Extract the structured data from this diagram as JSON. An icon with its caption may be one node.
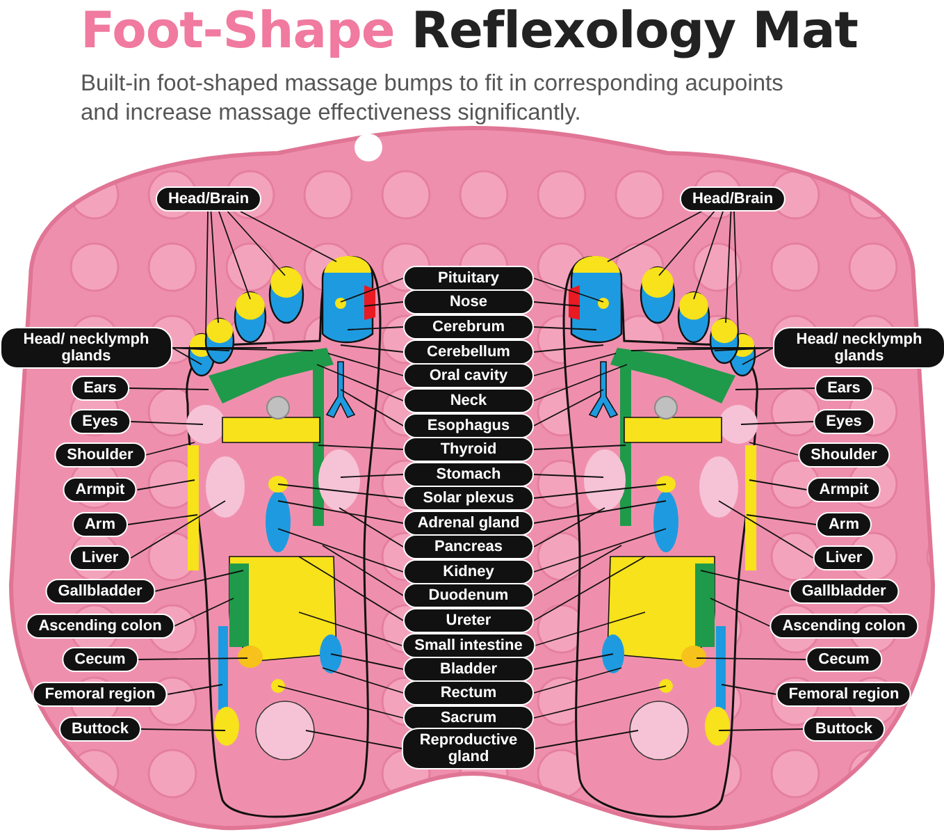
{
  "diagram": {
    "title": "Foot-Shape Reflexology Mat",
    "nodes": [
      {
        "text": [
          "Head/Brain"
        ]
      },
      {
        "text": [
          "Head/Brain"
        ]
      },
      {
        "text": [
          "Pituitary"
        ]
      },
      {
        "text": [
          "Nose"
        ]
      },
      {
        "text": [
          "Cerebrum"
        ]
      },
      {
        "text": [
          "Cerebellum"
        ]
      },
      {
        "text": [
          "Oral cavity"
        ]
      },
      {
        "text": [
          "Neck"
        ]
      },
      {
        "text": [
          "Esophagus"
        ]
      },
      {
        "text": [
          "Thyroid"
        ]
      },
      {
        "text": [
          "Stomach"
        ]
      },
      {
        "text": [
          "Solar plexus"
        ]
      },
      {
        "text": [
          "Adrenal gland"
        ]
      },
      {
        "text": [
          "Pancreas"
        ]
      },
      {
        "text": [
          "Kidney"
        ]
      },
      {
        "text": [
          "Duodenum"
        ]
      },
      {
        "text": [
          "Ureter"
        ]
      },
      {
        "text": [
          "Small intestine"
        ]
      },
      {
        "text": [
          "Bladder"
        ]
      },
      {
        "text": [
          "Rectum"
        ]
      },
      {
        "text": [
          "Sacrum"
        ]
      },
      {
        "text": [
          "Reproductive gland"
        ]
      },
      {
        "text": [
          "Head/ necklymph glands"
        ]
      },
      {
        "text": [
          "Ears"
        ]
      },
      {
        "text": [
          "Eyes"
        ]
      },
      {
        "text": [
          "Shoulder"
        ]
      },
      {
        "text": [
          "Armpit"
        ]
      },
      {
        "text": [
          "Arm"
        ]
      },
      {
        "text": [
          "Liver"
        ]
      },
      {
        "text": [
          "Gallbladder"
        ]
      },
      {
        "text": [
          "Ascending colon"
        ]
      },
      {
        "text": [
          "Cecum"
        ]
      },
      {
        "text": [
          "Femoral region"
        ]
      },
      {
        "text": [
          "Buttock"
        ]
      },
      {
        "text": [
          "Head/ necklymph glands"
        ]
      },
      {
        "text": [
          "Ears"
        ]
      },
      {
        "text": [
          "Eyes"
        ]
      },
      {
        "text": [
          "Shoulder"
        ]
      },
      {
        "text": [
          "Armpit"
        ]
      },
      {
        "text": [
          "Arm"
        ]
      },
      {
        "text": [
          "Liver"
        ]
      },
      {
        "text": [
          "Gallbladder"
        ]
      },
      {
        "text": [
          "Ascending colon"
        ]
      },
      {
        "text": [
          "Cecum"
        ]
      },
      {
        "text": [
          "Femoral region"
        ]
      },
      {
        "text": [
          "Buttock"
        ]
      }
    ],
    "edges": [
      {
        "from": 0,
        "to": null,
        "arrow": "none"
      },
      {
        "from": 0,
        "to": null,
        "arrow": "none"
      },
      {
        "from": 0,
        "to": null,
        "arrow": "none"
      },
      {
        "from": 0,
        "to": null,
        "arrow": "none"
      },
      {
        "from": 0,
        "to": null,
        "arrow": "none"
      },
      {
        "from": 1,
        "to": null,
        "arrow": "none"
      },
      {
        "from": 1,
        "to": null,
        "arrow": "none"
      },
      {
        "from": 1,
        "to": null,
        "arrow": "none"
      },
      {
        "from": 1,
        "to": null,
        "arrow": "none"
      },
      {
        "from": 1,
        "to": null,
        "arrow": "none"
      },
      {
        "from": 2,
        "to": null,
        "arrow": "none"
      },
      {
        "from": 2,
        "to": null,
        "arrow": "none"
      },
      {
        "from": 3,
        "to": null,
        "arrow": "none"
      },
      {
        "from": 3,
        "to": null,
        "arrow": "none"
      },
      {
        "from": 4,
        "to": null,
        "arrow": "none"
      },
      {
        "from": 4,
        "to": null,
        "arrow": "none"
      },
      {
        "from": 5,
        "to": null,
        "arrow": "none"
      },
      {
        "from": 5,
        "to": null,
        "arrow": "none"
      },
      {
        "from": 6,
        "to": null,
        "arrow": "none"
      },
      {
        "from": 6,
        "to": null,
        "arrow": "none"
      },
      {
        "from": 7,
        "to": null,
        "arrow": "none"
      },
      {
        "from": 7,
        "to": null,
        "arrow": "none"
      },
      {
        "from": 8,
        "to": null,
        "arrow": "none"
      },
      {
        "from": 8,
        "to": null,
        "arrow": "none"
      },
      {
        "from": 9,
        "to": null,
        "arrow": "none"
      },
      {
        "from": 9,
        "to": null,
        "arrow": "none"
      },
      {
        "from": 10,
        "to": null,
        "arrow": "none"
      },
      {
        "from": 10,
        "to": null,
        "arrow": "none"
      },
      {
        "from": 11,
        "to": null,
        "arrow": "none"
      },
      {
        "from": 11,
        "to": null,
        "arrow": "none"
      },
      {
        "from": 12,
        "to": null,
        "arrow": "none"
      },
      {
        "from": 12,
        "to": null,
        "arrow": "none"
      },
      {
        "from": 13,
        "to": null,
        "arrow": "none"
      },
      {
        "from": 13,
        "to": null,
        "arrow": "none"
      },
      {
        "from": 14,
        "to": null,
        "arrow": "none"
      },
      {
        "from": 14,
        "to": null,
        "arrow": "none"
      },
      {
        "from": 15,
        "to": null,
        "arrow": "none"
      },
      {
        "from": 15,
        "to": null,
        "arrow": "none"
      },
      {
        "from": 16,
        "to": null,
        "arrow": "none"
      },
      {
        "from": 16,
        "to": null,
        "arrow": "none"
      },
      {
        "from": 17,
        "to": null,
        "arrow": "none"
      },
      {
        "from": 17,
        "to": null,
        "arrow": "none"
      },
      {
        "from": 18,
        "to": null,
        "arrow": "none"
      },
      {
        "from": 18,
        "to": null,
        "arrow": "none"
      },
      {
        "from": 19,
        "to": null,
        "arrow": "none"
      },
      {
        "from": 19,
        "to": null,
        "arrow": "none"
      },
      {
        "from": 20,
        "to": null,
        "arrow": "none"
      },
      {
        "from": 20,
        "to": null,
        "arrow": "none"
      },
      {
        "from": 21,
        "to": null,
        "arrow": "none"
      },
      {
        "from": 21,
        "to": null,
        "arrow": "none"
      },
      {
        "from": 22,
        "to": null,
        "arrow": "none"
      },
      {
        "from": 22,
        "to": null,
        "arrow": "none"
      },
      {
        "from": 22,
        "to": null,
        "arrow": "none"
      },
      {
        "from": 22,
        "to": null,
        "arrow": "none"
      },
      {
        "from": 23,
        "to": null,
        "arrow": "none"
      },
      {
        "from": 24,
        "to": null,
        "arrow": "none"
      },
      {
        "from": 25,
        "to": null,
        "arrow": "none"
      },
      {
        "from": 26,
        "to": null,
        "arrow": "none"
      },
      {
        "from": 27,
        "to": null,
        "arrow": "none"
      },
      {
        "from": 28,
        "to": null,
        "arrow": "none"
      },
      {
        "from": 29,
        "to": null,
        "arrow": "none"
      },
      {
        "from": 30,
        "to": null,
        "arrow": "none"
      },
      {
        "from": 31,
        "to": null,
        "arrow": "none"
      },
      {
        "from": 32,
        "to": null,
        "arrow": "none"
      },
      {
        "from": 33,
        "to": null,
        "arrow": "none"
      },
      {
        "from": 34,
        "to": null,
        "arrow": "none"
      },
      {
        "from": 34,
        "to": null,
        "arrow": "none"
      },
      {
        "from": 34,
        "to": null,
        "arrow": "none"
      },
      {
        "from": 34,
        "to": null,
        "arrow": "none"
      },
      {
        "from": 35,
        "to": null,
        "arrow": "none"
      },
      {
        "from": 36,
        "to": null,
        "arrow": "none"
      },
      {
        "from": 37,
        "to": null,
        "arrow": "none"
      },
      {
        "from": 38,
        "to": null,
        "arrow": "none"
      },
      {
        "from": 39,
        "to": null,
        "arrow": "none"
      },
      {
        "from": 40,
        "to": null,
        "arrow": "none"
      },
      {
        "from": 41,
        "to": null,
        "arrow": "none"
      },
      {
        "from": 42,
        "to": null,
        "arrow": "none"
      },
      {
        "from": 43,
        "to": null,
        "arrow": "none"
      },
      {
        "from": 44,
        "to": null,
        "arrow": "none"
      },
      {
        "from": 45,
        "to": null,
        "arrow": "none"
      }
    ],
    "labels": [
      "Built-in foot-shaped massage bumps to fit in corresponding acupoints and increase massage effectiveness significantly."
    ]
  }
}
